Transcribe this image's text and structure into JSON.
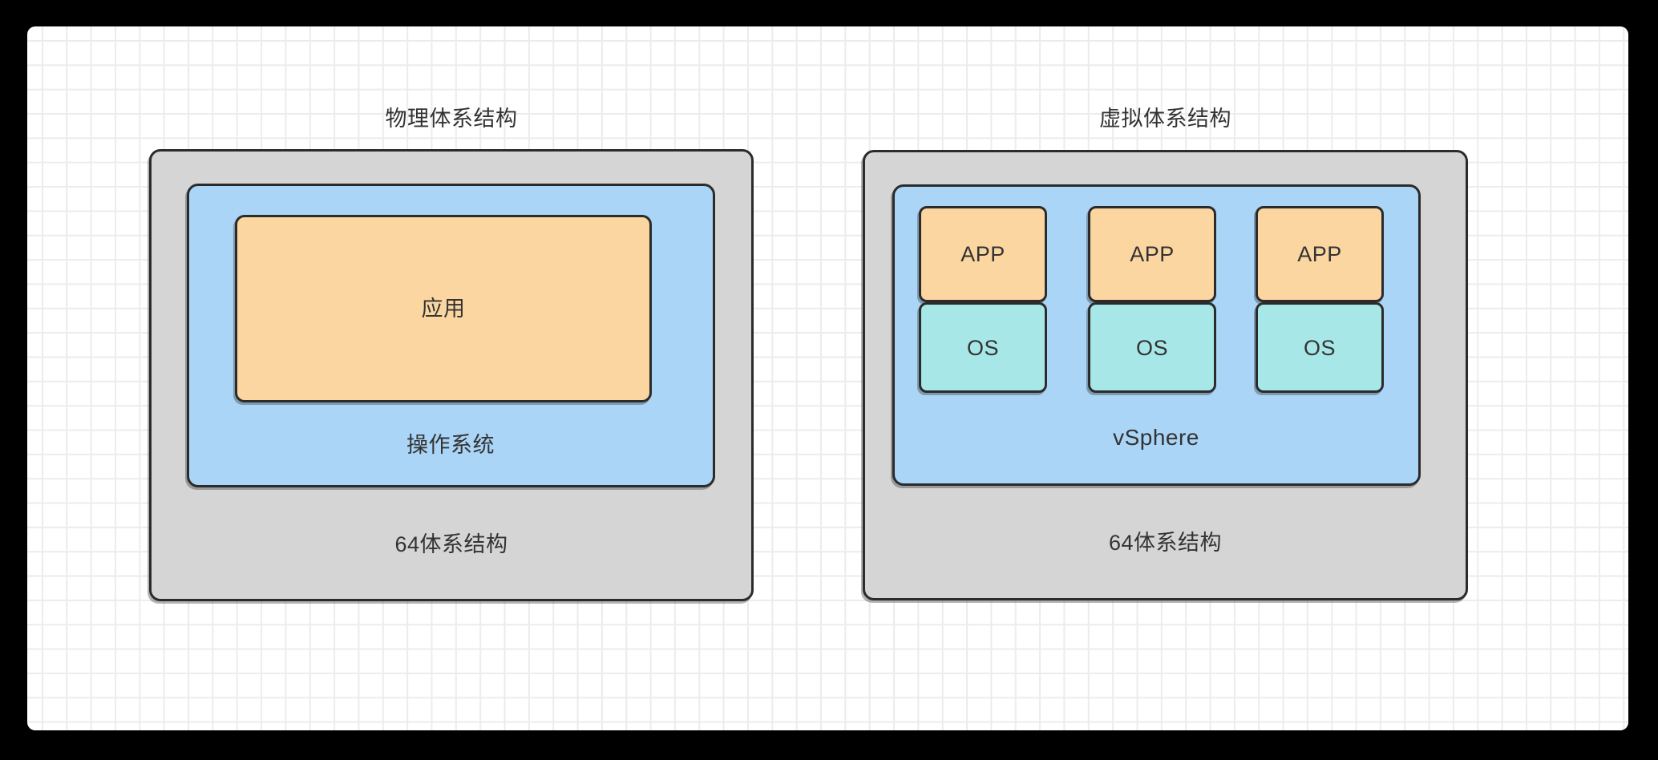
{
  "canvas": {
    "background": "#ffffff",
    "grid_color": "#ececec",
    "frame_color": "#000000"
  },
  "colors": {
    "hardware_fill": "#d5d5d5",
    "os_layer_fill": "#aad5f6",
    "app_fill": "#fbd6a0",
    "guest_os_fill": "#a8e7e7",
    "stroke": "#2b2b2b",
    "text": "#333333"
  },
  "physical": {
    "title": "物理体系结构",
    "hardware_label": "64体系结构",
    "os_label": "操作系统",
    "app_label": "应用"
  },
  "virtual": {
    "title": "虚拟体系结构",
    "hardware_label": "64体系结构",
    "hypervisor_label": "vSphere",
    "vms": [
      {
        "app": "APP",
        "os": "OS"
      },
      {
        "app": "APP",
        "os": "OS"
      },
      {
        "app": "APP",
        "os": "OS"
      }
    ]
  }
}
